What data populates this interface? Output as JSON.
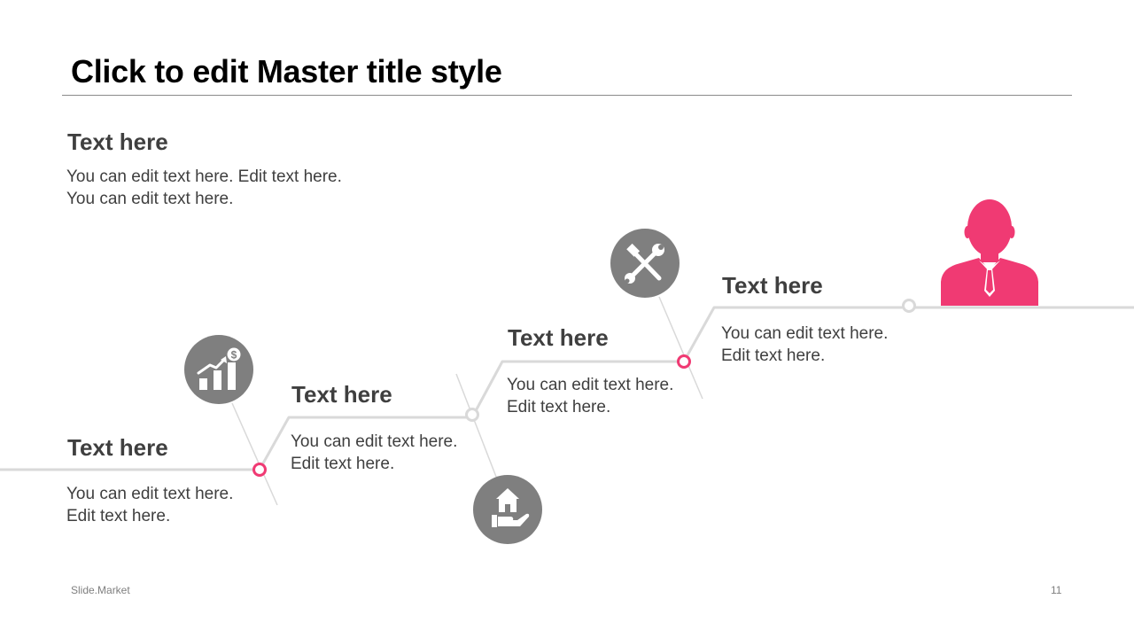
{
  "slide": {
    "title": "Click to edit Master title style",
    "footer_brand": "Slide.Market",
    "page_number": "11"
  },
  "intro": {
    "heading": "Text here",
    "body": "You can edit text here. Edit text here. You can edit text here."
  },
  "steps": [
    {
      "heading": "Text here",
      "body": "You can edit text here. Edit text here.",
      "icon": "growth-chart-dollar-icon"
    },
    {
      "heading": "Text here",
      "body": "You can edit text here. Edit text here.",
      "icon": "house-in-hand-icon"
    },
    {
      "heading": "Text here",
      "body": "You can edit text here. Edit text here.",
      "icon": "tools-icon"
    },
    {
      "heading": "Text here",
      "body": "You can edit text here. Edit text here.",
      "icon": "businessman-icon"
    }
  ],
  "colors": {
    "accent": "#F03A73",
    "icon_gray": "#7F7F7F",
    "line_gray": "#D9D9D9",
    "text": "#3F3F3F"
  }
}
